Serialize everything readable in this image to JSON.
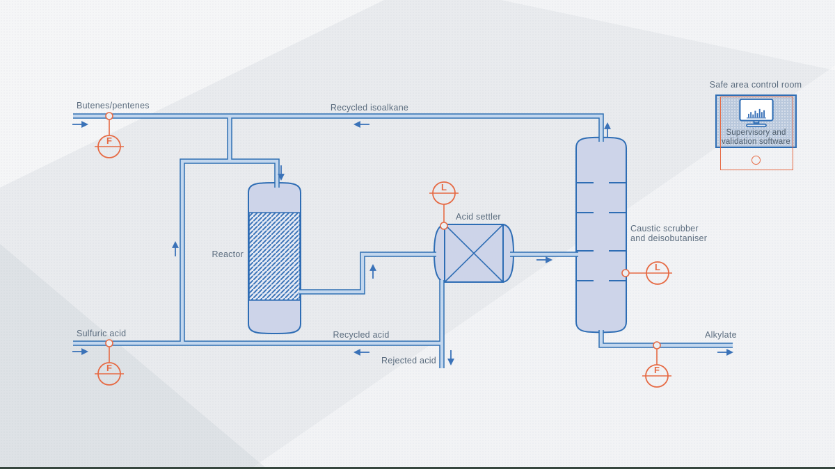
{
  "streams": {
    "butenes": "Butenes/pentenes",
    "recycled_isoalkane": "Recycled isoalkane",
    "sulfuric_acid": "Sulfuric acid",
    "recycled_acid": "Recycled acid",
    "rejected_acid": "Rejected acid",
    "alkylate": "Alkylate"
  },
  "equipment": {
    "reactor": "Reactor",
    "acid_settler": "Acid settler",
    "scrubber_line1": "Caustic scrubber",
    "scrubber_line2": "and deisobutaniser"
  },
  "control_room": {
    "title": "Safe area control room",
    "software_line1": "Supervisory and",
    "software_line2": "validation software"
  },
  "instruments": {
    "flow_butenes": "F",
    "flow_sulfuric": "F",
    "flow_alkylate": "F",
    "level_settler": "L",
    "level_scrubber": "L"
  },
  "colors": {
    "background": "#e9ebee",
    "pipe_border": "#2f6fb2",
    "pipe_fill": "#c3d7ee",
    "vessel_fill": "#cdd4e9",
    "vessel_stroke": "#2e6db4",
    "instrument_orange": "#e66a44",
    "label_text": "#5b6c7e",
    "arrow_blue": "#3a72b8",
    "control_room_fill": "#b9c8dc"
  }
}
